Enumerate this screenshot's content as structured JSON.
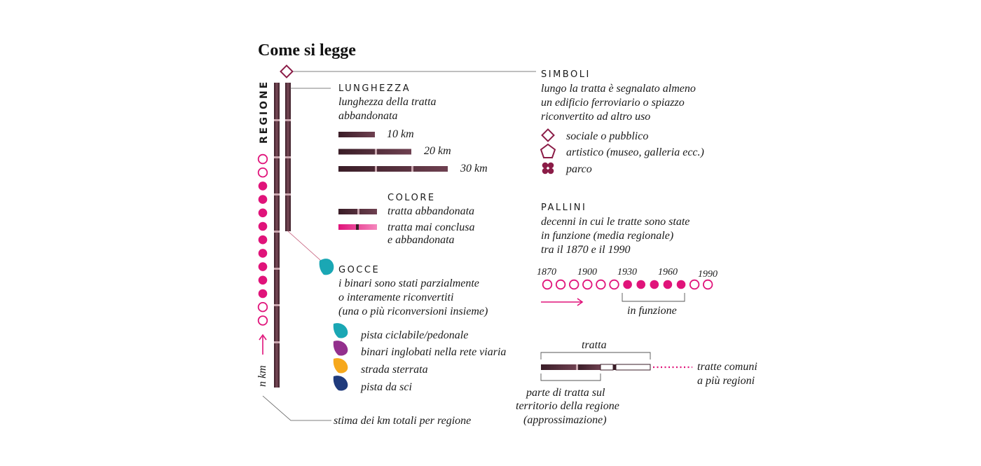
{
  "title": "Come si legge",
  "colors": {
    "bar": "#5c3440",
    "bar_light": "#c9a6ae",
    "magenta": "#e0137a",
    "pink": "#f06aa8",
    "diamond": "#8b1c47",
    "line": "#555555",
    "teal": "#1aa7b4",
    "purple": "#93308d",
    "orange": "#f6a81c",
    "navy": "#1f3a7c"
  },
  "axis": {
    "regione_label": "REGIONE",
    "km_label": "n km"
  },
  "lunghezza": {
    "heading": "LUNGHEZZA",
    "desc": [
      "lunghezza della tratta",
      "abbandonata"
    ],
    "samples": [
      {
        "label": "10 km",
        "km": 10
      },
      {
        "label": "20 km",
        "km": 20
      },
      {
        "label": "30 km",
        "km": 30
      }
    ]
  },
  "colore": {
    "heading": "COLORE",
    "items": [
      {
        "label": [
          "tratta abbandonata"
        ],
        "swatch": "abbandonata"
      },
      {
        "label": [
          "tratta mai conclusa",
          "e abbandonata"
        ],
        "swatch": "mai_conclusa"
      }
    ]
  },
  "gocce": {
    "heading": "GOCCE",
    "desc": [
      "i binari sono stati parzialmente",
      "o interamente riconvertiti",
      "(una o più riconversioni insieme)"
    ],
    "items": [
      {
        "label": "pista ciclabile/pedonale",
        "color_key": "teal",
        "icon": "drop-teal-icon"
      },
      {
        "label": "binari inglobati nella rete viaria",
        "color_key": "purple",
        "icon": "drop-purple-icon"
      },
      {
        "label": "strada sterrata",
        "color_key": "orange",
        "icon": "drop-orange-icon"
      },
      {
        "label": "pista da sci",
        "color_key": "navy",
        "icon": "drop-navy-icon"
      }
    ]
  },
  "simboli": {
    "heading": "SIMBOLI",
    "desc": [
      "lungo la tratta è segnalato almeno",
      "un edificio ferroviario o spiazzo",
      "riconvertito ad altro uso"
    ],
    "items": [
      {
        "label": "sociale o pubblico",
        "icon": "diamond-icon"
      },
      {
        "label": "artistico (museo, galleria ecc.)",
        "icon": "pentagon-icon"
      },
      {
        "label": "parco",
        "icon": "clover-icon"
      }
    ]
  },
  "pallini": {
    "heading": "PALLINI",
    "desc": [
      "decenni in cui le tratte sono state",
      "in funzione (media regionale)",
      "tra il 1870 e il 1990"
    ],
    "years": [
      "1870",
      "1900",
      "1930",
      "1960",
      "1990"
    ],
    "dots": [
      false,
      false,
      false,
      false,
      false,
      false,
      true,
      true,
      true,
      true,
      true,
      false,
      false
    ],
    "in_funzione_label": "in funzione"
  },
  "left_dots": [
    false,
    false,
    true,
    true,
    true,
    true,
    true,
    true,
    true,
    true,
    true,
    false,
    false
  ],
  "tratta": {
    "label": "tratta",
    "comuni_label": [
      "tratte comuni",
      "a più regioni"
    ],
    "parte_label": [
      "parte di tratta sul",
      "territorio della regione",
      "(approssimazione)"
    ]
  },
  "stima_label": "stima dei km totali per regione"
}
